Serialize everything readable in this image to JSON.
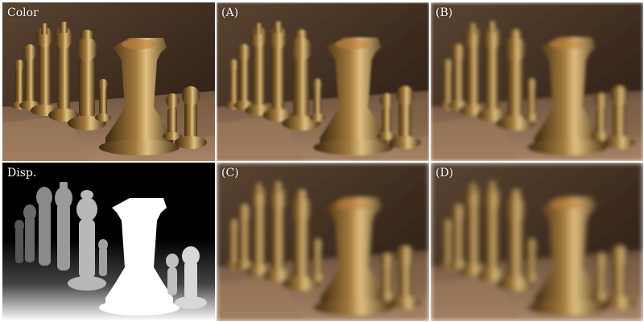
{
  "panels": {
    "color": {
      "label": "Color"
    },
    "a": {
      "label": "(A)"
    },
    "b": {
      "label": "(B)"
    },
    "disp": {
      "label": "Disp."
    },
    "c": {
      "label": "(C)"
    },
    "d": {
      "label": "(D)"
    }
  },
  "colors": {
    "background_dark": "#3b2a1e",
    "board": "#8a6a4e",
    "piece_highlight": "#d8b070",
    "piece_body": "#6b4a22",
    "disp_bg": "#000000",
    "disp_near": "#ffffff"
  },
  "blur_levels": {
    "color": 0,
    "a": 1.2,
    "b": 2,
    "c": 3,
    "d": 3.5
  }
}
